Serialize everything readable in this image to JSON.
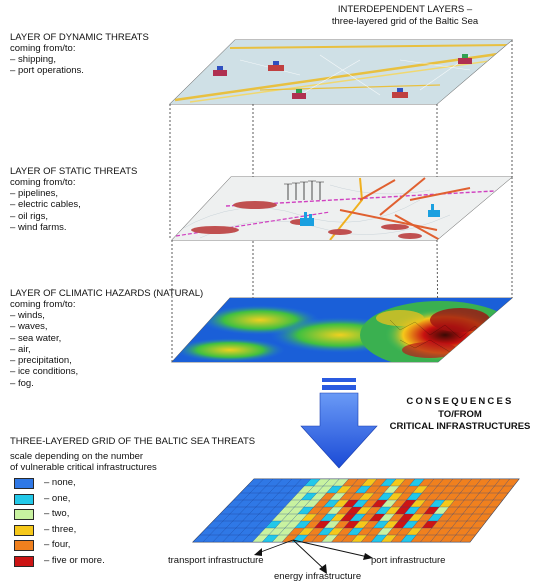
{
  "header": {
    "line1": "INTERDEPENDENT LAYERS –",
    "line2": "three-layered grid of the Baltic Sea"
  },
  "layers": {
    "dynamic": {
      "title": "LAYER OF DYNAMIC THREATS",
      "subtitle": "coming from/to:",
      "items": [
        "shipping,",
        "port operations."
      ]
    },
    "static": {
      "title": "LAYER OF STATIC THREATS",
      "subtitle": "coming from/to:",
      "items": [
        "pipelines,",
        "electric cables,",
        "oil rigs,",
        "wind farms."
      ]
    },
    "climatic": {
      "title": "LAYER OF CLIMATIC HAZARDS (NATURAL)",
      "subtitle": "coming from/to:",
      "items": [
        "winds,",
        "waves,",
        "sea water,",
        "air,",
        "precipitation,",
        "ice conditions,",
        "fog."
      ]
    }
  },
  "consequences": {
    "line1": "CONSEQUENCES",
    "line2": "TO/FROM",
    "line3": "CRITICAL INFRASTRUCTURES"
  },
  "grid_title": "THREE-LAYERED GRID OF THE BALTIC SEA THREATS",
  "grid_subtitle1": "scale depending on the number",
  "grid_subtitle2": "of vulnerable critical infrastructures",
  "legend": [
    {
      "label": "– none,",
      "color": "#2f78e6"
    },
    {
      "label": "– one,",
      "color": "#22c8e8"
    },
    {
      "label": "– two,",
      "color": "#c8f2a0"
    },
    {
      "label": "– three,",
      "color": "#f6c81a"
    },
    {
      "label": "– four,",
      "color": "#f0801e"
    },
    {
      "label": "– five or more.",
      "color": "#cc1414"
    }
  ],
  "infrastructure": {
    "transport": "transport infrastructure",
    "energy": "energy infrastructure",
    "port": "port infrastructure"
  }
}
